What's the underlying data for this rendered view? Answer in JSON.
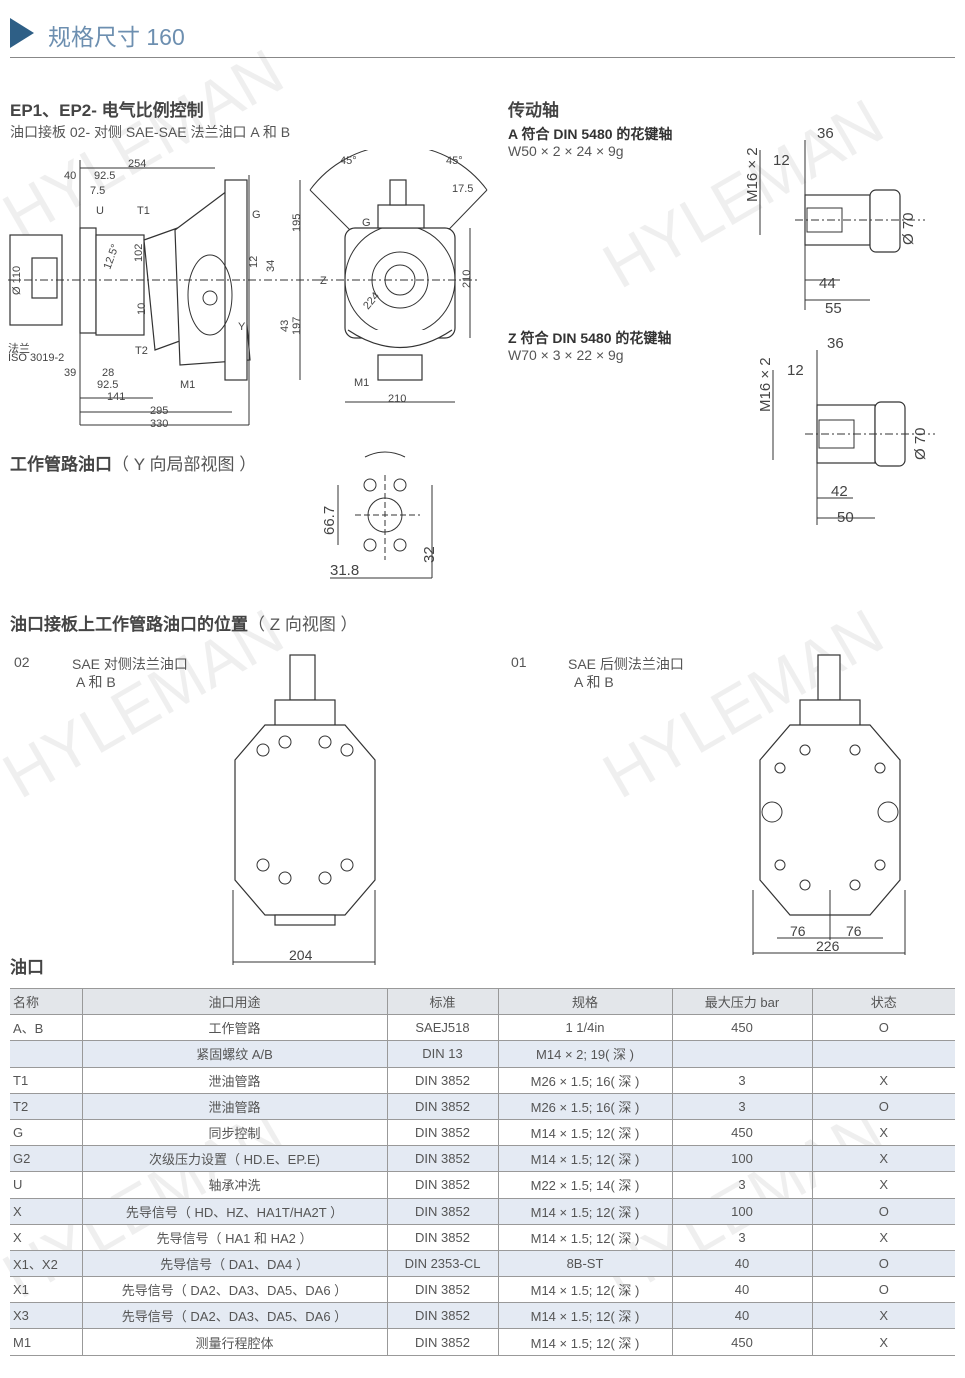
{
  "header": {
    "title": "规格尺寸 160",
    "accent": "#2e5f86"
  },
  "ep": {
    "title": "EP1、EP2- 电气比例控制",
    "subtitle": "油口接板 02- 对侧 SAE-SAE 法兰油口 A 和 B",
    "dims": [
      "254",
      "40",
      "92.5",
      "7.5",
      "U",
      "T1",
      "G",
      "195",
      "102",
      "12.5°",
      "12",
      "34",
      "Z",
      "110",
      "Ø 110",
      "10",
      "43",
      "197",
      "Y",
      "T2",
      "M1",
      "法兰",
      "ISO 3019-2",
      "39",
      "28",
      "92.5",
      "141",
      "295",
      "330",
      "45°",
      "45°",
      "17.5",
      "G",
      "224",
      "210",
      "M1",
      "210"
    ]
  },
  "shaft": {
    "title": "传动轴",
    "a": {
      "title": "A 符合 DIN 5480 的花键轴",
      "spec": "W50 × 2 × 24 × 9g",
      "thread": "M16 × 2",
      "dims": [
        "36",
        "12",
        "44",
        "55",
        "Ø 70"
      ]
    },
    "z": {
      "title": "Z 符合 DIN 5480 的花键轴",
      "spec": "W70 × 3 × 22 × 9g",
      "thread": "M16 × 2",
      "dims": [
        "36",
        "12",
        "42",
        "50",
        "Ø 70"
      ]
    }
  },
  "ports_y": {
    "title": "工作管路油口",
    "suffix": "（ Y 向局部视图 ）",
    "dims": [
      "66.7",
      "32",
      "31.8"
    ]
  },
  "ports_z": {
    "title": "油口接板上工作管路油口的位置",
    "suffix": "（ Z 向视图 ）",
    "left": {
      "code": "02",
      "label1": "SAE 对侧法兰油口",
      "label2": "A 和 B",
      "dims": [
        "204"
      ]
    },
    "right": {
      "code": "01",
      "label1": "SAE 后侧法兰油口",
      "label2": "A 和 B",
      "dims": [
        "76",
        "76",
        "226"
      ]
    }
  },
  "watermark": "HYLEMAN",
  "ports": {
    "title": "油口",
    "columns": [
      "名称",
      "油口用途",
      "标准",
      "规格",
      "最大压力 bar",
      "状态"
    ],
    "rows": [
      [
        "A、B",
        "工作管路",
        "SAEJ518",
        "1 1/4in",
        "450",
        "O"
      ],
      [
        "",
        "紧固螺纹 A/B",
        "DIN 13",
        "M14 × 2; 19( 深 )",
        "",
        ""
      ],
      [
        "T1",
        "泄油管路",
        "DIN 3852",
        "M26 × 1.5; 16( 深 )",
        "3",
        "X"
      ],
      [
        "T2",
        "泄油管路",
        "DIN 3852",
        "M26 × 1.5; 16( 深 )",
        "3",
        "O"
      ],
      [
        "G",
        "同步控制",
        "DIN 3852",
        "M14 × 1.5; 12( 深 )",
        "450",
        "X"
      ],
      [
        "G2",
        "次级压力设置（ HD.E、EP.E)",
        "DIN 3852",
        "M14 × 1.5; 12( 深 )",
        "100",
        "X"
      ],
      [
        "U",
        "轴承冲洗",
        "DIN 3852",
        "M22 × 1.5; 14( 深 )",
        "3",
        "X"
      ],
      [
        "X",
        "先导信号（ HD、HZ、HA1T/HA2T ）",
        "DIN 3852",
        "M14 × 1.5; 12( 深 )",
        "100",
        "O"
      ],
      [
        "X",
        "先导信号（ HA1 和 HA2 ）",
        "DIN 3852",
        "M14 × 1.5; 12( 深 )",
        "3",
        "X"
      ],
      [
        "X1、X2",
        "先导信号（ DA1、DA4 ）",
        "DIN 2353-CL",
        "8B-ST",
        "40",
        "O"
      ],
      [
        "X1",
        "先导信号（ DA2、DA3、DA5、DA6 ）",
        "DIN 3852",
        "M14 × 1.5; 12( 深 )",
        "40",
        "O"
      ],
      [
        "X3",
        "先导信号（ DA2、DA3、DA5、DA6 ）",
        "DIN 3852",
        "M14 × 1.5; 12( 深 )",
        "40",
        "X"
      ],
      [
        "M1",
        "测量行程腔体",
        "DIN 3852",
        "M14 × 1.5; 12( 深 )",
        "450",
        "X"
      ]
    ]
  }
}
